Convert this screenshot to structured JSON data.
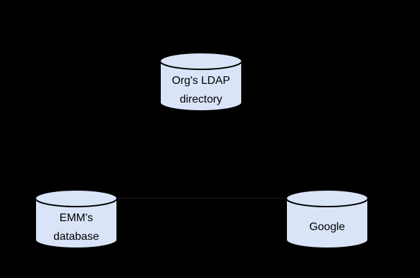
{
  "canvas": {
    "background": "#000000"
  },
  "nodes": {
    "ldap": {
      "type": "database-cylinder",
      "line1": "Org's LDAP",
      "line2": "directory",
      "fill": "#d9e4f8",
      "stroke": "#000000",
      "text_color": "#000000"
    },
    "emm": {
      "type": "database-cylinder",
      "line1": "EMM's",
      "line2": "database",
      "fill": "#d9e4f8",
      "stroke": "#000000",
      "text_color": "#000000"
    },
    "google": {
      "type": "database-cylinder",
      "line1": "Google",
      "line2": "",
      "fill": "#d9e4f8",
      "stroke": "#000000",
      "text_color": "#000000"
    }
  },
  "connectors": [
    {
      "from": "emm",
      "to": "google",
      "color": "#111111"
    }
  ]
}
